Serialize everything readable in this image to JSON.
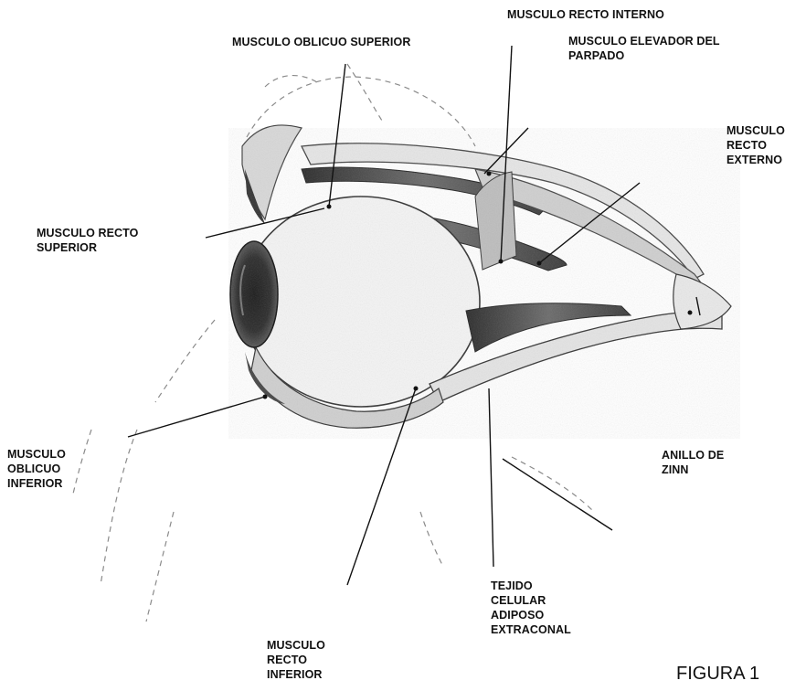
{
  "figure_caption": "FIGURA 1",
  "labels": {
    "recto_interno": [
      "MUSCULO RECTO INTERNO"
    ],
    "oblicuo_superior": [
      "MUSCULO OBLICUO SUPERIOR"
    ],
    "elevador_parpado": [
      "MUSCULO ELEVADOR DEL",
      "PARPADO"
    ],
    "recto_externo": [
      "MUSCULO",
      "RECTO",
      "EXTERNO"
    ],
    "recto_superior": [
      "MUSCULO RECTO",
      "SUPERIOR"
    ],
    "oblicuo_inferior": [
      "MUSCULO",
      "OBLICUO",
      "INFERIOR"
    ],
    "anillo_zinn": [
      "ANILLO DE",
      "ZINN"
    ],
    "tejido_celular": [
      "TEJIDO",
      "CELULAR",
      "ADIPOSO",
      "EXTRACONAL"
    ],
    "recto_inferior": [
      "MUSCULO",
      "RECTO",
      "INFERIOR"
    ]
  },
  "colors": {
    "ink": "#111111",
    "muscle": "#3a3a3a",
    "shade": "#9a9a9a"
  }
}
